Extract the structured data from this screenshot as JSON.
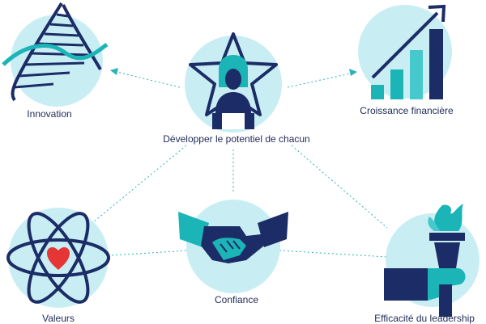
{
  "nodes": {
    "center": {
      "label": "Développer le potentiel de chacun",
      "icon": "person-star-icon"
    },
    "innovation": {
      "label": "Innovation",
      "icon": "dna-helix-icon"
    },
    "growth": {
      "label": "Croissance financière",
      "icon": "bar-chart-growth-icon"
    },
    "values": {
      "label": "Valeurs",
      "icon": "atom-heart-icon"
    },
    "trust": {
      "label": "Confiance",
      "icon": "handshake-icon"
    },
    "leadership": {
      "label": "Efficacité du leadership",
      "icon": "torch-icon"
    }
  },
  "colors": {
    "circle_fill": "#c8eef4",
    "navy": "#1c2c66",
    "teal": "#1bb5b8",
    "teal_light": "#45c9cc",
    "connector": "#2bb3b7",
    "heart": "#e63535",
    "text": "#1f2a56"
  }
}
